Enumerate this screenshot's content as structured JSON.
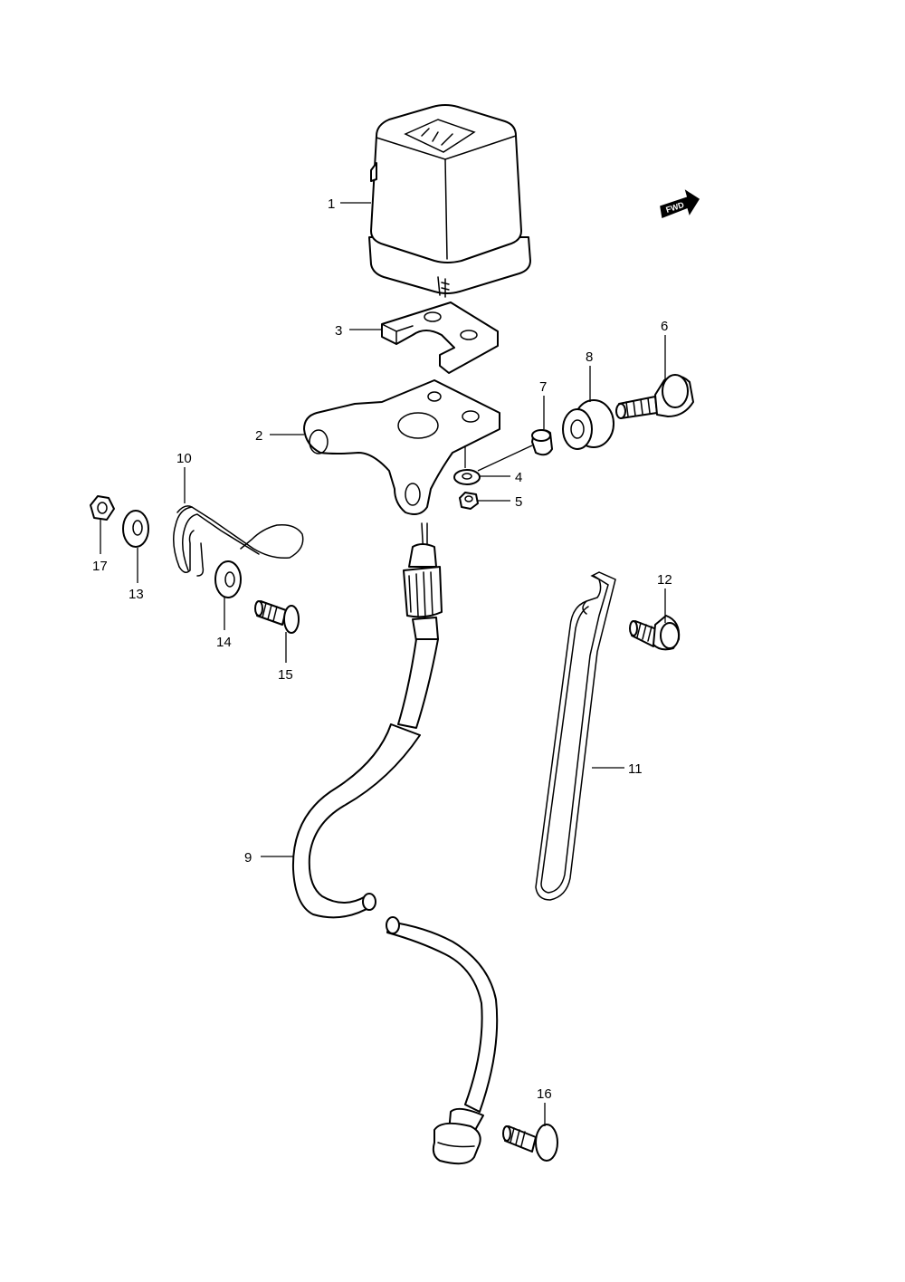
{
  "diagram": {
    "fwd_label": "FWD",
    "callouts": [
      {
        "id": "1",
        "label": "1"
      },
      {
        "id": "2",
        "label": "2"
      },
      {
        "id": "3",
        "label": "3"
      },
      {
        "id": "4",
        "label": "4"
      },
      {
        "id": "5",
        "label": "5"
      },
      {
        "id": "6",
        "label": "6"
      },
      {
        "id": "7",
        "label": "7"
      },
      {
        "id": "8",
        "label": "8"
      },
      {
        "id": "9",
        "label": "9"
      },
      {
        "id": "10",
        "label": "10"
      },
      {
        "id": "11",
        "label": "11"
      },
      {
        "id": "12",
        "label": "12"
      },
      {
        "id": "13",
        "label": "13"
      },
      {
        "id": "14",
        "label": "14"
      },
      {
        "id": "15",
        "label": "15"
      },
      {
        "id": "16",
        "label": "16"
      },
      {
        "id": "17",
        "label": "17"
      }
    ]
  }
}
